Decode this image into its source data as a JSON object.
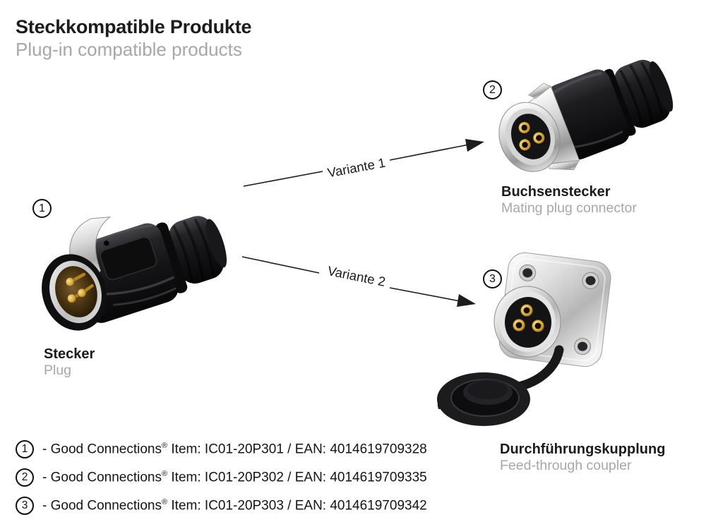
{
  "page": {
    "background": "#ffffff"
  },
  "header": {
    "title_de": "Steckkompatible Produkte",
    "title_en": "Plug-in compatible products"
  },
  "products": [
    {
      "number": "1",
      "name_de": "Stecker",
      "name_en": "Plug"
    },
    {
      "number": "2",
      "name_de": "Buchsenstecker",
      "name_en": "Mating plug connector"
    },
    {
      "number": "3",
      "name_de": "Durchführungskupplung",
      "name_en": "Feed-through coupler"
    }
  ],
  "arrows": [
    {
      "label": "Variante 1"
    },
    {
      "label": "Variante 2"
    }
  ],
  "items": [
    {
      "number": "1",
      "brand": "- Good Connections",
      "reg": "®",
      "detail": " Item: IC01-20P301 / EAN: 4014619709328"
    },
    {
      "number": "2",
      "brand": "- Good Connections",
      "reg": "®",
      "detail": " Item: IC01-20P302 / EAN: 4014619709335"
    },
    {
      "number": "3",
      "brand": "- Good Connections",
      "reg": "®",
      "detail": " Item: IC01-20P303 / EAN: 4014619709342"
    }
  ],
  "colors": {
    "text_dark": "#1c1c1c",
    "text_gray": "#a7a7a7",
    "arrow": "#1c1c1c",
    "gold_contact": "#d8a93c",
    "chrome": "#d2d2d2",
    "body_black": "#141417"
  }
}
